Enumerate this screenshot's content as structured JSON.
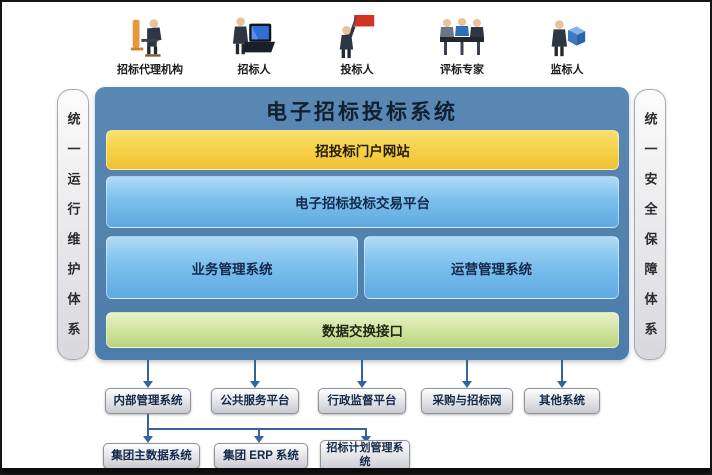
{
  "actors": [
    {
      "label": "招标代理机构"
    },
    {
      "label": "招标人"
    },
    {
      "label": "投标人"
    },
    {
      "label": "评标专家"
    },
    {
      "label": "监标人"
    }
  ],
  "left_bar": {
    "label": "统一运行维护体系"
  },
  "right_bar": {
    "label": "统一安全保障体系"
  },
  "system": {
    "title": "电子招标投标系统",
    "layers": {
      "portal": "招投标门户网站",
      "trading": "电子招标投标交易平台",
      "business": "业务管理系统",
      "operation": "运营管理系统",
      "data_exchange": "数据交换接口"
    }
  },
  "external_row": [
    {
      "label": "内部管理系统"
    },
    {
      "label": "公共服务平台"
    },
    {
      "label": "行政监督平台"
    },
    {
      "label": "采购与招标网"
    },
    {
      "label": "其他系统"
    }
  ],
  "internal_row": [
    {
      "label": "集团主数据系统"
    },
    {
      "label": "集团 ERP 系统"
    },
    {
      "label": "招标计划管理系统"
    }
  ],
  "colors": {
    "container_blue": "#5a88b5",
    "container_blue_dark": "#4c7ca9",
    "portal_yellow": "#f6cf45",
    "portal_yellow_light": "#fbe070",
    "layer_blue": "#5fa9e0",
    "layer_blue_light": "#b0daf5",
    "interface_green": "#cde19a",
    "interface_green_light": "#e8f1c6",
    "arrow_blue": "#35649c",
    "navy_text": "#152a4a",
    "title_text": "#10202f"
  }
}
